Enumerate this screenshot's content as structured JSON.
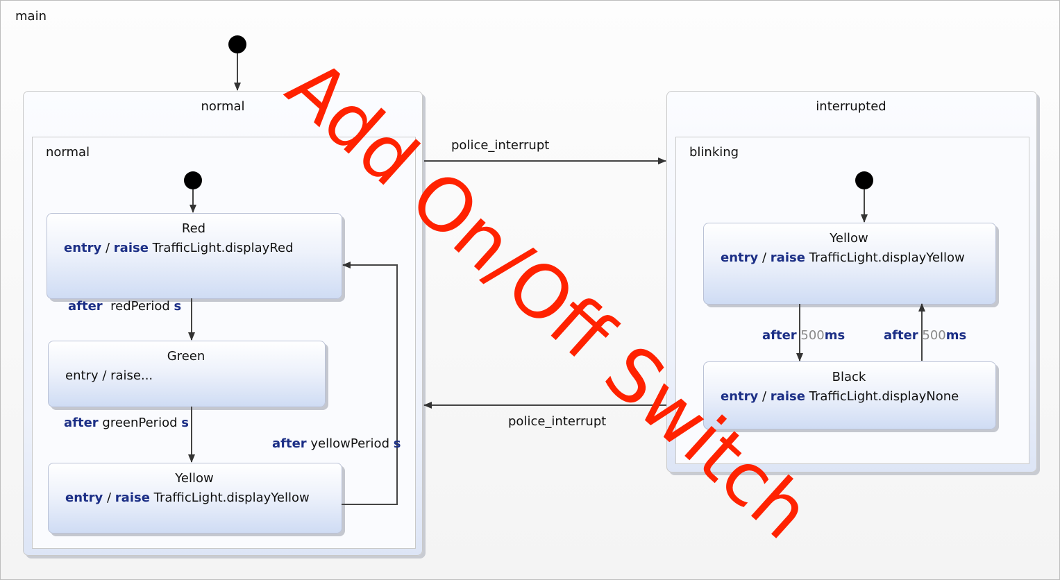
{
  "root": {
    "name": "main"
  },
  "normal": {
    "title": "normal",
    "region": "normal",
    "red": {
      "name": "Red",
      "entry_kw": "entry",
      "sep": "/",
      "raise_kw": "raise",
      "action": "TrafficLight.displayRed"
    },
    "green": {
      "name": "Green",
      "entry_text": "entry / raise..."
    },
    "yellow": {
      "name": "Yellow",
      "entry_kw": "entry",
      "sep": "/",
      "raise_kw": "raise",
      "action": "TrafficLight.displayYellow"
    },
    "t_red_green": {
      "after": "after",
      "period": "redPeriod",
      "unit": "s"
    },
    "t_green_yellow": {
      "after": "after",
      "period": "greenPeriod",
      "unit": "s"
    },
    "t_yellow_red": {
      "after": "after",
      "period": "yellowPeriod",
      "unit": "s"
    }
  },
  "interrupted": {
    "title": "interrupted",
    "region": "blinking",
    "yellow": {
      "name": "Yellow",
      "entry_kw": "entry",
      "sep": "/",
      "raise_kw": "raise",
      "action": "TrafficLight.displayYellow"
    },
    "black": {
      "name": "Black",
      "entry_kw": "entry",
      "sep": "/",
      "raise_kw": "raise",
      "action": "TrafficLight.displayNone"
    },
    "t_yellow_black": {
      "after": "after",
      "value": "500",
      "unit": "ms"
    },
    "t_black_yellow": {
      "after": "after",
      "value": "500",
      "unit": "ms"
    }
  },
  "transitions": {
    "to_interrupted": "police_interrupt",
    "to_normal": "police_interrupt"
  },
  "watermark": "Add On/Off Switch",
  "colors": {
    "keyword": "#1c2f86",
    "watermark": "#ff2200",
    "number": "#8a8a8a"
  }
}
